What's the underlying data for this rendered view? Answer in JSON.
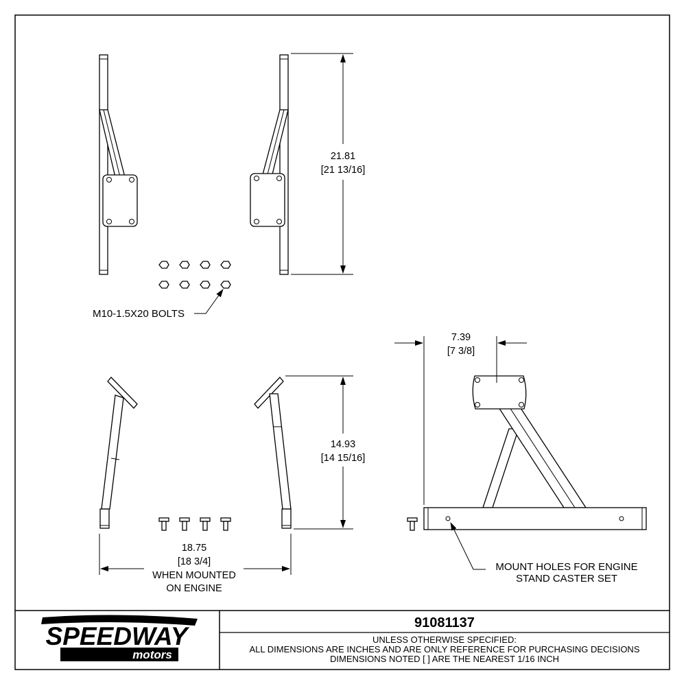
{
  "dimensions": {
    "height_top": {
      "decimal": "21.81",
      "fraction": "[21 13/16]"
    },
    "height_side": {
      "decimal": "14.93",
      "fraction": "[14 15/16]"
    },
    "width_mounted": {
      "decimal": "18.75",
      "fraction": "[18 3/4]",
      "note_line1": "WHEN MOUNTED",
      "note_line2": "ON ENGINE"
    },
    "offset": {
      "decimal": "7.39",
      "fraction": "[7 3/8]"
    }
  },
  "callouts": {
    "bolts": "M10-1.5X20 BOLTS",
    "mount_holes_line1": "MOUNT HOLES FOR ENGINE",
    "mount_holes_line2": "STAND CASTER SET"
  },
  "title_block": {
    "logo_top": "SPEEDWAY",
    "logo_bottom": "motors",
    "part_number": "91081137",
    "spec_line1": "UNLESS OTHERWISE SPECIFIED:",
    "spec_line2": "ALL DIMENSIONS ARE INCHES AND ARE ONLY REFERENCE FOR PURCHASING DECISIONS",
    "spec_line3": "DIMENSIONS NOTED [ ] ARE THE NEAREST 1/16 INCH"
  }
}
